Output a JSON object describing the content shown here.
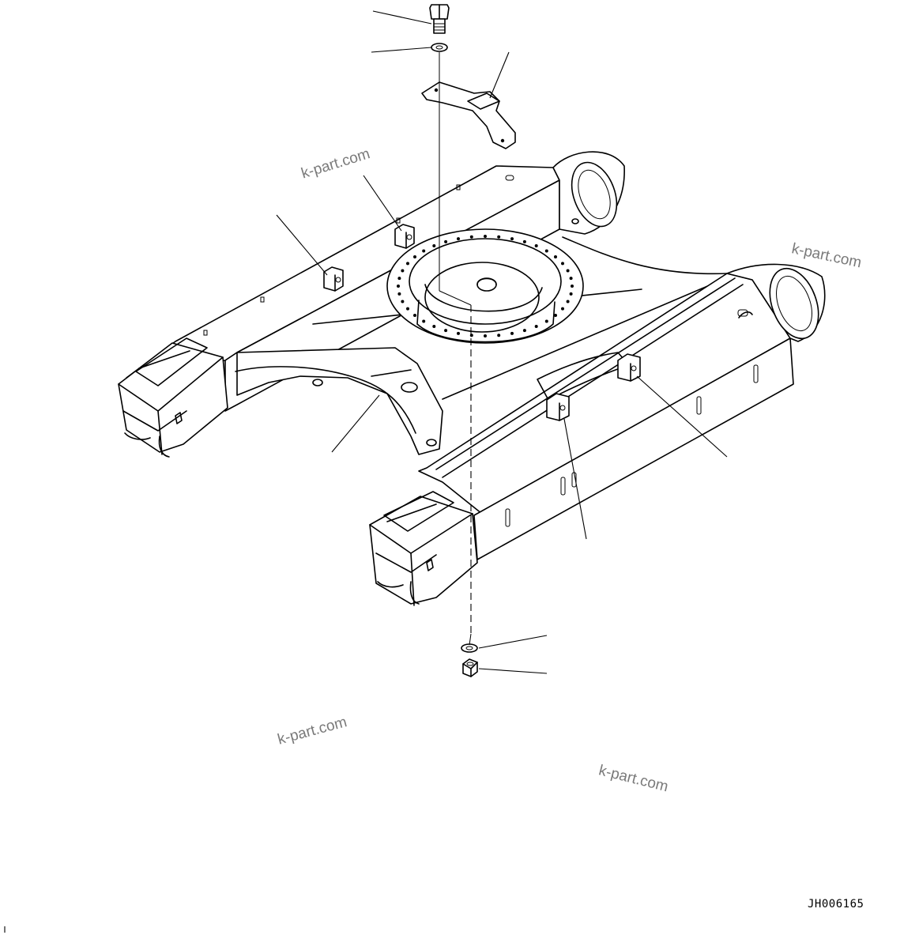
{
  "drawing": {
    "id": "JH006165",
    "watermark": "k-part.com"
  },
  "parts": {
    "bolt": "bolt",
    "washer_top": "washer",
    "bracket": "bracket",
    "track_frame": "track-frame",
    "guard_blocks": "guard-block",
    "washer_bottom": "washer",
    "nut": "nut"
  }
}
